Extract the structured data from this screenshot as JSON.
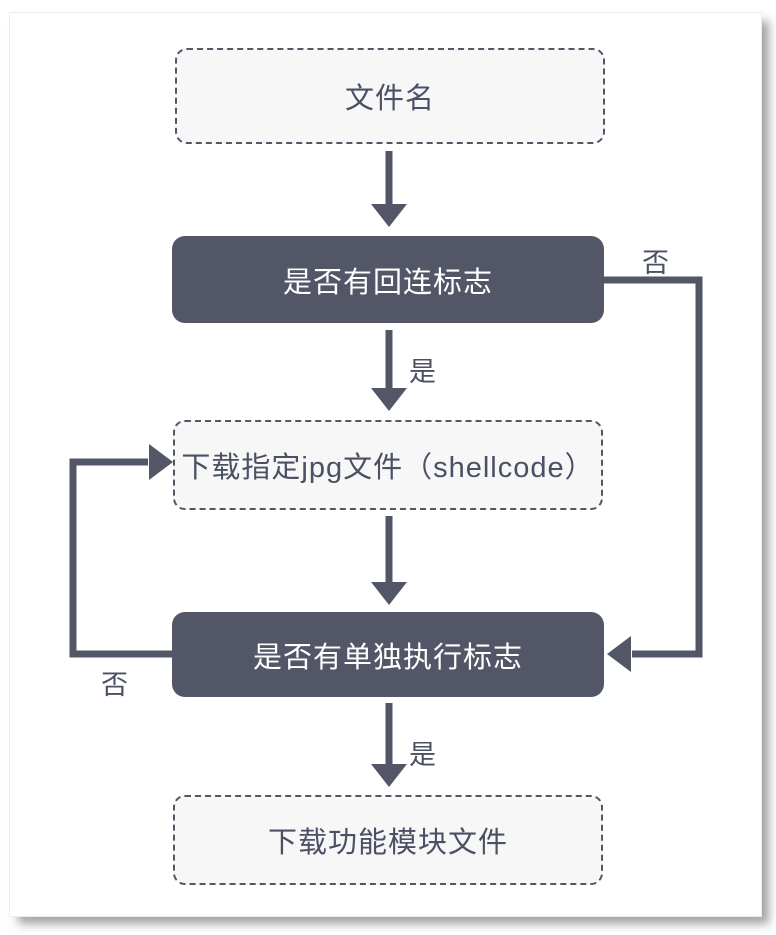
{
  "flowchart": {
    "title": "malware download logic flowchart",
    "nodes": [
      {
        "id": "filename",
        "label": "文件名",
        "type": "dashed"
      },
      {
        "id": "check-callback",
        "label": "是否有回连标志",
        "type": "solid"
      },
      {
        "id": "download-jpg",
        "label": "下载指定jpg文件（shellcode）",
        "type": "dashed"
      },
      {
        "id": "check-exec-flag",
        "label": "是否有单独执行标志",
        "type": "solid"
      },
      {
        "id": "download-module",
        "label": "下载功能模块文件",
        "type": "dashed"
      }
    ],
    "edges": [
      {
        "from": "filename",
        "to": "check-callback",
        "label": ""
      },
      {
        "from": "check-callback",
        "to": "download-jpg",
        "label": "是"
      },
      {
        "from": "check-callback",
        "to": "check-exec-flag",
        "label": "否"
      },
      {
        "from": "download-jpg",
        "to": "check-exec-flag",
        "label": ""
      },
      {
        "from": "check-exec-flag",
        "to": "download-jpg",
        "label": "否"
      },
      {
        "from": "check-exec-flag",
        "to": "download-module",
        "label": "是"
      }
    ],
    "colors": {
      "node_dark_bg": "#525666",
      "node_light_bg": "#f7f7f8",
      "line": "#525666",
      "text_dark": "#4b5064",
      "text_light": "#ffffff",
      "sheet_bg": "#ffffff"
    }
  }
}
